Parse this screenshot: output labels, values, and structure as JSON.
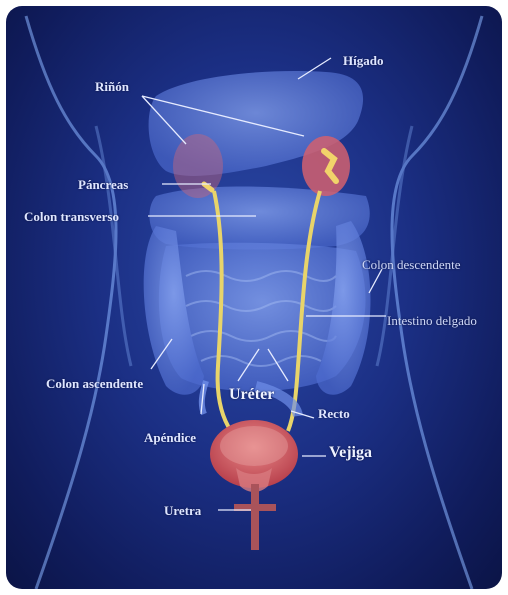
{
  "labels": {
    "liver": "Hígado",
    "kidney": "Riñón",
    "pancreas": "Páncreas",
    "transverse_colon": "Colon transverso",
    "descending_colon": "Colon descendente",
    "small_intestine": "Intestino delgado",
    "ascending_colon": "Colon ascendente",
    "ureter": "Uréter",
    "rectum": "Recto",
    "appendix": "Apéndice",
    "bladder": "Vejiga",
    "urethra": "Uretra"
  },
  "colors": {
    "background": "#1b2f84",
    "organs": "#6f8ee8",
    "kidney": "#c9667a",
    "ureter": "#e8d46a",
    "bladder": "#c8505a",
    "label_text": "#dfe6ff",
    "leader_lines": "#e6ebff"
  }
}
